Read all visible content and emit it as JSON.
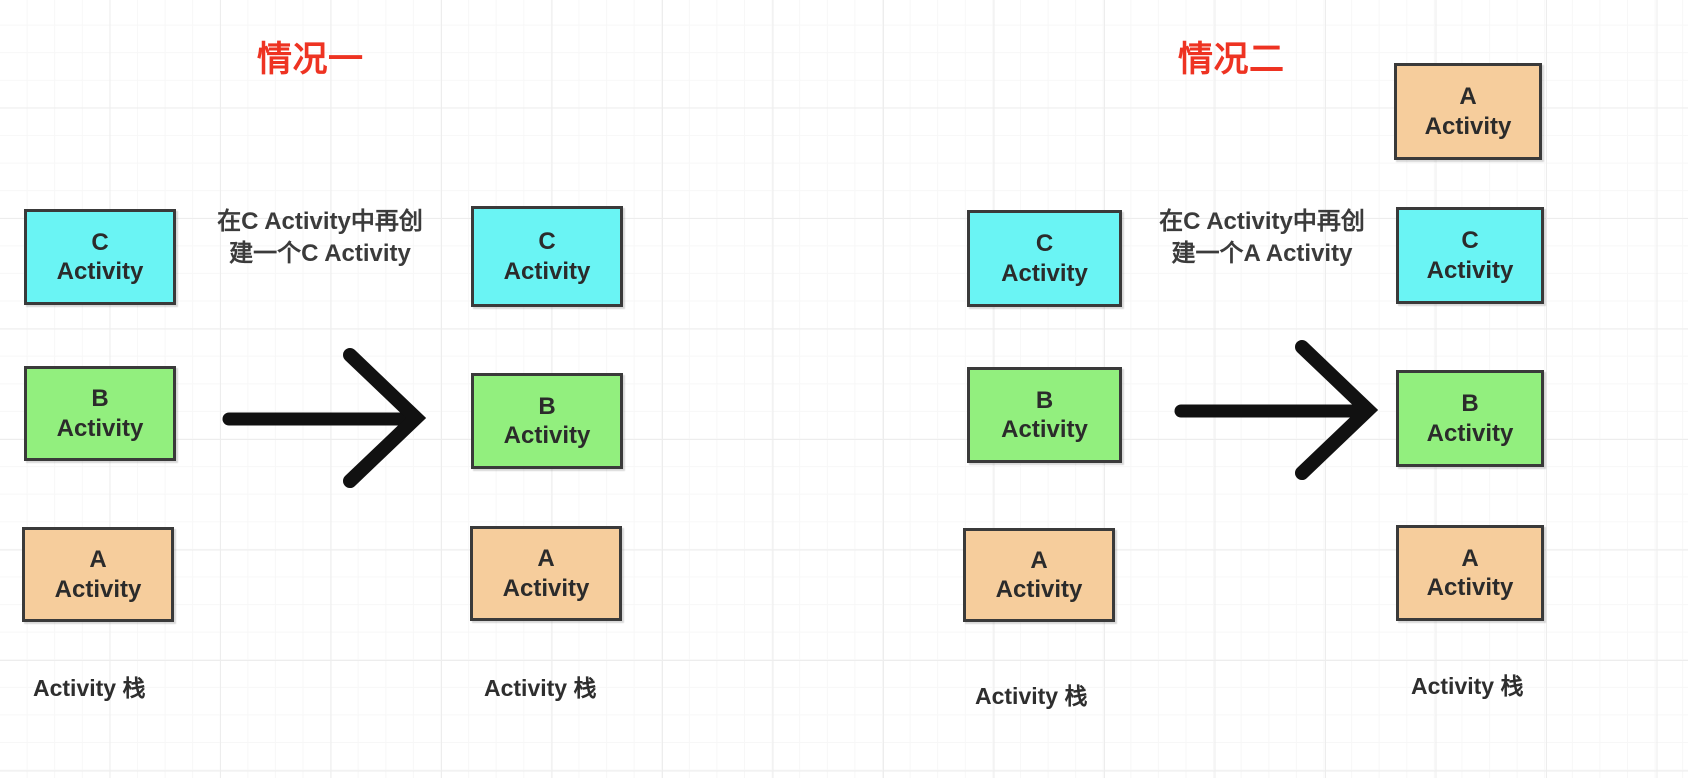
{
  "diagram": {
    "title_left": "情况一",
    "title_right": "情况二",
    "colors": {
      "c_activity": "#6AF4F4",
      "b_activity": "#92EF7E",
      "a_activity": "#F6CD9C",
      "box_border": "#3A3A3A",
      "title_red": "#EE3322",
      "arrow": "#111111",
      "grid_minor": "#F7F7F7",
      "grid_major": "#EDEDED"
    },
    "box_labels": {
      "a": {
        "letter": "A",
        "word": "Activity"
      },
      "b": {
        "letter": "B",
        "word": "Activity"
      },
      "c": {
        "letter": "C",
        "word": "Activity"
      }
    },
    "stack_caption": "Activity 栈"
  },
  "scenarios": [
    {
      "id": "scenario-one",
      "title": "情况一",
      "transition_label_line1": "在C Activity中再创",
      "transition_label_line2": "建一个C Activity",
      "before": {
        "caption": "Activity 栈",
        "stack_top_to_bottom": [
          "C Activity",
          "B Activity",
          "A Activity"
        ]
      },
      "after": {
        "caption": "Activity 栈",
        "stack_top_to_bottom": [
          "C Activity",
          "B Activity",
          "A Activity"
        ]
      }
    },
    {
      "id": "scenario-two",
      "title": "情况二",
      "transition_label_line1": "在C Activity中再创",
      "transition_label_line2": "建一个A Activity",
      "before": {
        "caption": "Activity 栈",
        "stack_top_to_bottom": [
          "C Activity",
          "B Activity",
          "A Activity"
        ]
      },
      "after": {
        "caption": "Activity 栈",
        "stack_top_to_bottom": [
          "A Activity",
          "C Activity",
          "B Activity",
          "A Activity"
        ]
      }
    }
  ]
}
